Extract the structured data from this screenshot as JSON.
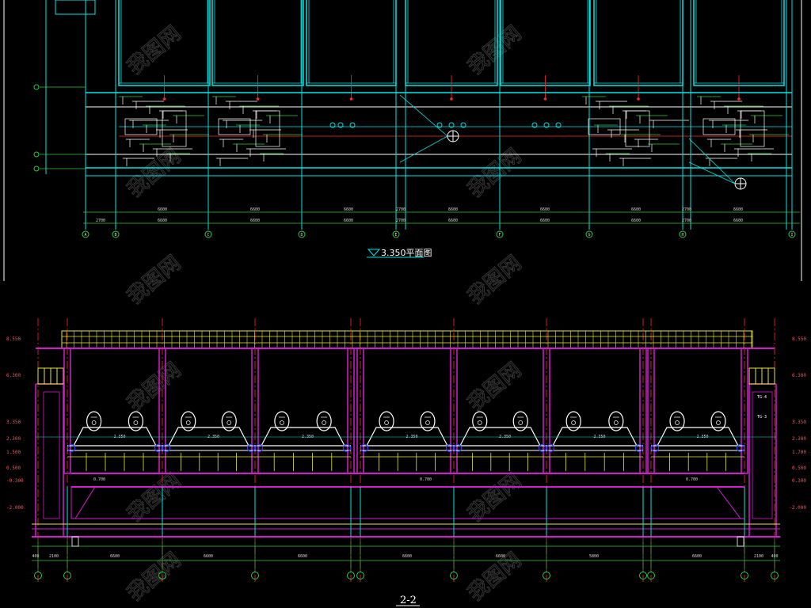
{
  "plan": {
    "title": "3.350平面图",
    "bay_dims": [
      "6600",
      "6600",
      "6600",
      "2700",
      "6600",
      "6600",
      "6600",
      "2700",
      "6600"
    ],
    "total_dims": [
      "2700",
      "6600",
      "6600",
      "6600",
      "2700",
      "6600",
      "6600",
      "6600",
      "2700",
      "6600"
    ],
    "axis_labels": [
      "A",
      "B",
      "C",
      "D",
      "E",
      "F",
      "G",
      "H",
      "I"
    ]
  },
  "section": {
    "title": "2-2",
    "levels_left": [
      "8.550",
      "6.300",
      "3.350",
      "2.300",
      "1.500",
      "0.500",
      "-0.300",
      "-2.000"
    ],
    "levels_right": [
      "8.550",
      "6.300",
      "3.350",
      "2.300",
      "1.700",
      "0.500",
      "0.300",
      "-2.000"
    ],
    "tank_levels": [
      "2.350",
      "2.350",
      "2.350",
      "2.350",
      "2.350",
      "2.350",
      "2.350"
    ],
    "bottom_levels": [
      "0.700",
      "0.700",
      "0.700"
    ],
    "bottom_dims": [
      "400",
      "2100",
      "6600",
      "6600",
      "6600",
      "6600",
      "6600",
      "5800",
      "6600",
      "2100",
      "400"
    ],
    "side_tags": [
      "TG-4",
      "TG-3"
    ]
  },
  "colors": {
    "cyan": "#00e5e5",
    "magenta": "#d21cd2",
    "yellow": "#e6e63a",
    "green": "#2ecc40",
    "red": "#ff2a2a",
    "white": "#ffffff",
    "blue": "#2a3bff"
  },
  "watermark": "我图网"
}
